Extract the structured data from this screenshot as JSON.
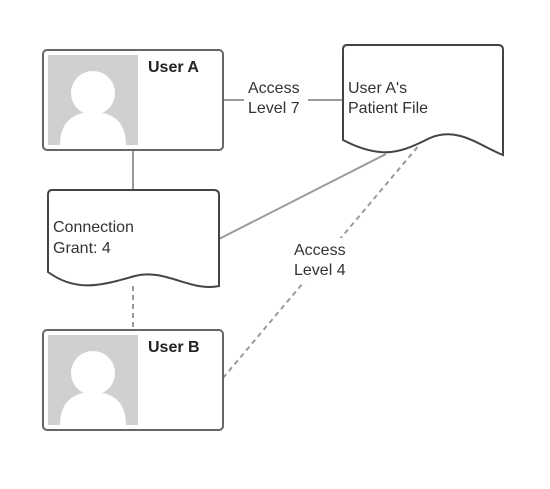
{
  "nodes": {
    "user_a": {
      "label": "User A"
    },
    "user_b": {
      "label": "User B"
    },
    "patient_file": {
      "line1": "User A's",
      "line2": "Patient File"
    },
    "connection_grant": {
      "line1": "Connection",
      "line2": "Grant: 4"
    }
  },
  "edges": {
    "user_a_to_file": {
      "line1": "Access",
      "line2": "Level 7",
      "style": "solid"
    },
    "user_a_to_grant": {
      "style": "solid"
    },
    "grant_to_file": {
      "style": "solid"
    },
    "grant_to_user_b": {
      "style": "dashed"
    },
    "user_b_to_file": {
      "line1": "Access",
      "line2": "Level 4",
      "style": "dashed"
    }
  },
  "colors": {
    "avatar_bg": "#d0d0d0",
    "avatar_fg": "#ffffff",
    "connector": "#9a9a9a",
    "card_border": "#666666"
  }
}
